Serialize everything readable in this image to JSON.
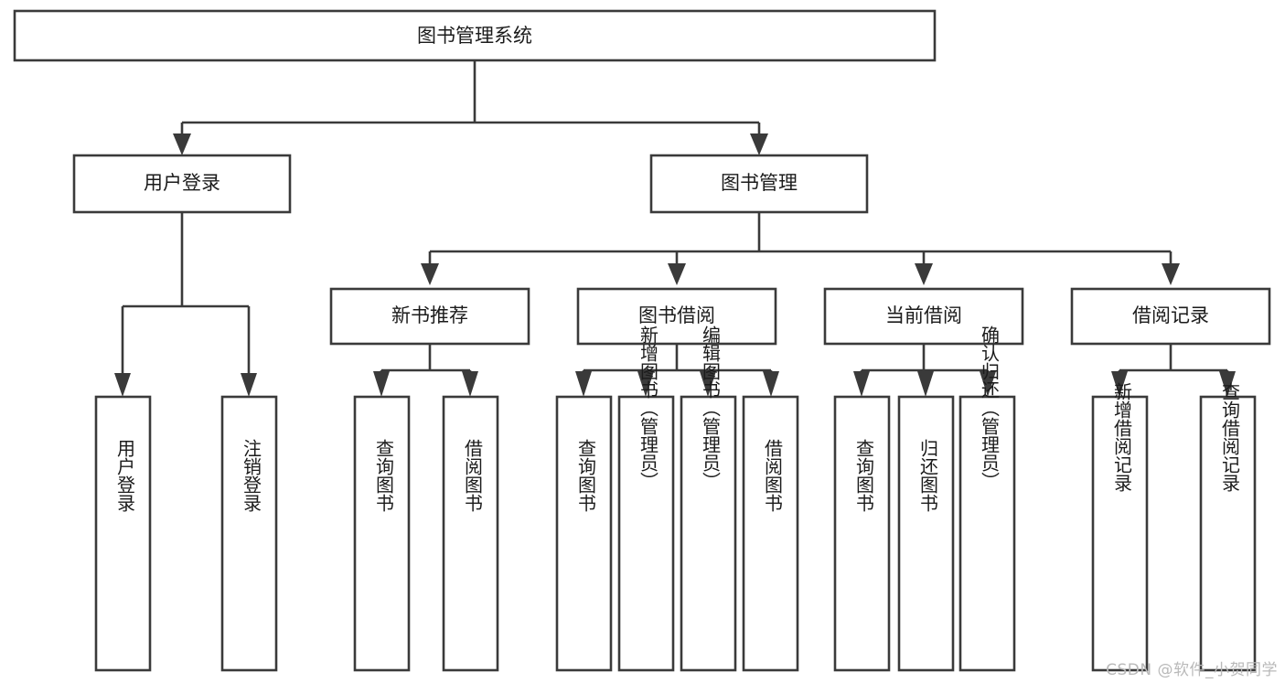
{
  "diagram": {
    "type": "tree-hierarchy",
    "title": "图书管理系统",
    "root": {
      "id": "root",
      "label": "图书管理系统",
      "orientation": "horizontal"
    },
    "level2": [
      {
        "id": "user-login",
        "label": "用户登录",
        "orientation": "horizontal"
      },
      {
        "id": "book-manage",
        "label": "图书管理",
        "orientation": "horizontal"
      }
    ],
    "level3": [
      {
        "id": "new-book-rec",
        "label": "新书推荐",
        "parent": "book-manage",
        "orientation": "horizontal"
      },
      {
        "id": "book-borrow",
        "label": "图书借阅",
        "parent": "book-manage",
        "orientation": "horizontal"
      },
      {
        "id": "current-borrow",
        "label": "当前借阅",
        "parent": "book-manage",
        "orientation": "horizontal"
      },
      {
        "id": "borrow-record",
        "label": "借阅记录",
        "parent": "book-manage",
        "orientation": "horizontal"
      }
    ],
    "leaves": [
      {
        "id": "leaf-user-login",
        "label": "用户登录",
        "parent": "user-login",
        "orientation": "vertical"
      },
      {
        "id": "leaf-logout",
        "label": "注销登录",
        "parent": "user-login",
        "orientation": "vertical"
      },
      {
        "id": "leaf-query-book-1",
        "label": "查询图书",
        "parent": "new-book-rec",
        "orientation": "vertical"
      },
      {
        "id": "leaf-borrow-book-1",
        "label": "借阅图书",
        "parent": "new-book-rec",
        "orientation": "vertical"
      },
      {
        "id": "leaf-query-book-2",
        "label": "查询图书",
        "parent": "book-borrow",
        "orientation": "vertical"
      },
      {
        "id": "leaf-add-book",
        "label": "新增图书（管理员）",
        "parent": "book-borrow",
        "orientation": "vertical"
      },
      {
        "id": "leaf-edit-book",
        "label": "编辑图书（管理员）",
        "parent": "book-borrow",
        "orientation": "vertical"
      },
      {
        "id": "leaf-borrow-book-2",
        "label": "借阅图书",
        "parent": "book-borrow",
        "orientation": "vertical"
      },
      {
        "id": "leaf-query-book-3",
        "label": "查询图书",
        "parent": "current-borrow",
        "orientation": "vertical"
      },
      {
        "id": "leaf-return-book",
        "label": "归还图书",
        "parent": "current-borrow",
        "orientation": "vertical"
      },
      {
        "id": "leaf-confirm-return",
        "label": "确认归还（管理员）",
        "parent": "current-borrow",
        "orientation": "vertical"
      },
      {
        "id": "leaf-add-record",
        "label": "新增借阅记录",
        "parent": "borrow-record",
        "orientation": "vertical"
      },
      {
        "id": "leaf-query-record",
        "label": "查询借阅记录",
        "parent": "borrow-record",
        "orientation": "vertical"
      }
    ],
    "colors": {
      "box_stroke": "#3a3a3a",
      "box_fill": "#ffffff",
      "text": "#1b1b1b",
      "edge": "#3a3a3a",
      "background": "#ffffff",
      "watermark": "#b9b9b9"
    }
  },
  "watermark": {
    "text": "CSDN @软件_小贺同学"
  }
}
